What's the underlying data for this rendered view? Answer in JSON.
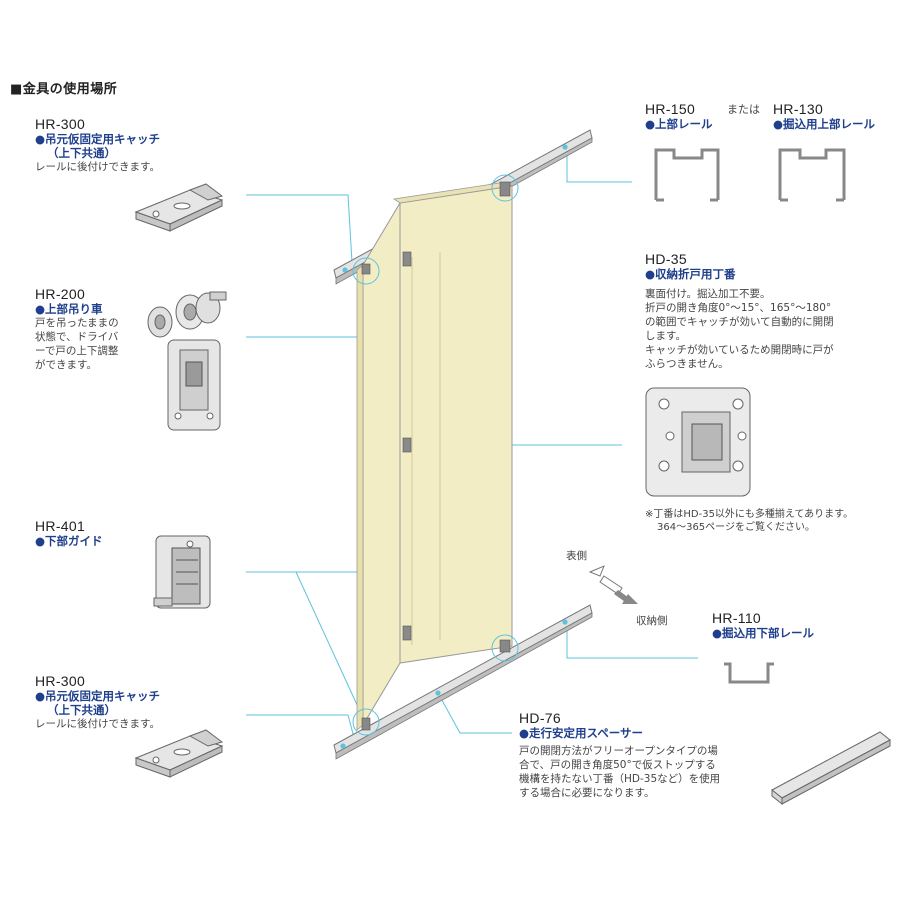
{
  "heading": "■金具の使用場所",
  "parts": {
    "hr300_top": {
      "code": "HR-300",
      "name": "●吊元仮固定用キャッチ",
      "name2": "（上下共通）",
      "desc": "レールに後付けできます。"
    },
    "hr200": {
      "code": "HR-200",
      "name": "●上部吊り車",
      "desc": [
        "戸を吊ったままの",
        "状態で、ドライバ",
        "ーで戸の上下調整",
        "ができます。"
      ]
    },
    "hr401": {
      "code": "HR-401",
      "name": "●下部ガイド"
    },
    "hr300_bottom": {
      "code": "HR-300",
      "name": "●吊元仮固定用キャッチ",
      "name2": "（上下共通）",
      "desc": "レールに後付けできます。"
    },
    "hr150": {
      "code": "HR-150",
      "name": "●上部レール"
    },
    "or_text": "または",
    "hr130": {
      "code": "HR-130",
      "name": "●掘込用上部レール"
    },
    "hd35": {
      "code": "HD-35",
      "name": "●収納折戸用丁番",
      "desc": [
        "裏面付け。掘込加工不要。",
        "折戸の開き角度0°～15°、165°～180°",
        "の範囲でキャッチが効いて自動的に開閉",
        "します。",
        "キャッチが効いているため開閉時に戸が",
        "ふらつきません。"
      ],
      "note": [
        "※丁番はHD-35以外にも多種揃えてあります。",
        "364～365ページをご覧ください。"
      ]
    },
    "hr110": {
      "code": "HR-110",
      "name": "●掘込用下部レール"
    },
    "hd76": {
      "code": "HD-76",
      "name": "●走行安定用スペーサー",
      "desc": [
        "戸の開閉方法がフリーオープンタイプの場",
        "合で、戸の開き角度50°で仮ストップする",
        "機構を持たない丁番（HD-35など）を使用",
        "する場合に必要になります。"
      ]
    }
  },
  "direction": {
    "front": "表側",
    "storage": "収納側"
  },
  "colors": {
    "leader": "#5cc3dc",
    "door": "#f2edc4",
    "heading_blue": "#1f3f8c",
    "metal": "#d6d6d6"
  }
}
